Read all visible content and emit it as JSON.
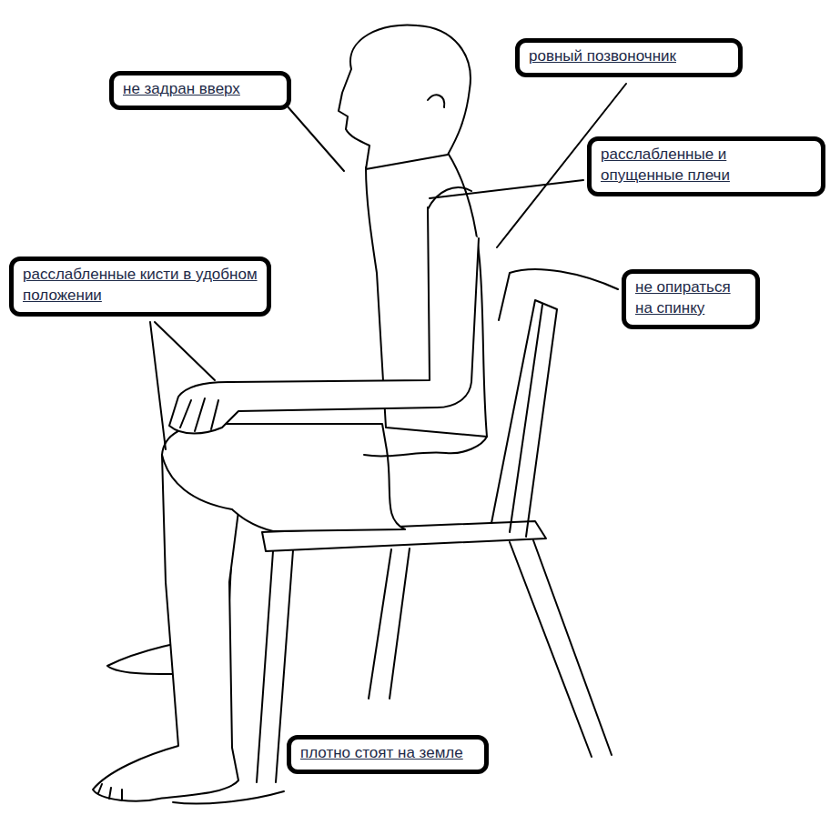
{
  "diagram": {
    "nodes": [
      {
        "text": [
          "ровный позвоночник"
        ]
      },
      {
        "text": [
          "не задран вверх"
        ]
      },
      {
        "text": [
          "расслабленные и опущенные плечи"
        ]
      },
      {
        "text": [
          "расслабленные кисти в удобном положении"
        ]
      },
      {
        "text": [
          "не опираться на спинку"
        ]
      },
      {
        "text": [
          "плотно стоят на земле"
        ]
      }
    ]
  }
}
